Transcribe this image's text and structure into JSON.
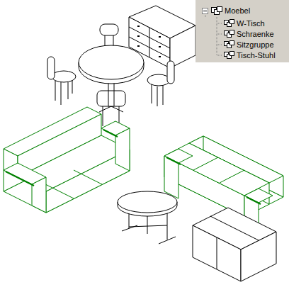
{
  "diagram": {
    "labels": [
      "Moebel",
      "W-Tisch",
      "Schraenke",
      "Sitzgruppe",
      "Tisch-Stuhl"
    ]
  }
}
